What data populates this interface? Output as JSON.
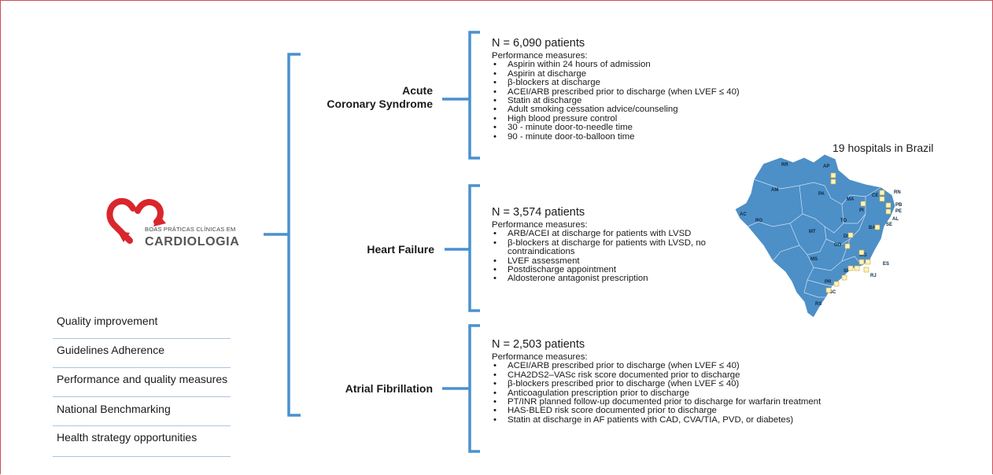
{
  "logo": {
    "line1": "BOAS PRÁTICAS CLÍNICAS EM",
    "line2": "CARDIOLOGIA"
  },
  "quality_list": [
    "Quality improvement",
    "Guidelines Adherence",
    "Performance and quality measures",
    "National Benchmarking",
    "Health strategy opportunities"
  ],
  "conditions": [
    {
      "label_line1": "Acute",
      "label_line2": "Coronary Syndrome",
      "n": "N = 6,090 patients",
      "measures_title": "Performance measures:",
      "measures": [
        "Aspirin within 24 hours of admission",
        "Aspirin at discharge",
        "β-blockers at discharge",
        "ACEI/ARB prescribed prior to discharge (when LVEF ≤ 40)",
        "Statin at discharge",
        "Adult smoking cessation advice/counseling",
        "High blood pressure control",
        "30 - minute door-to-needle time",
        "90 - minute door-to-balloon time"
      ]
    },
    {
      "label_line1": "Heart Failure",
      "label_line2": "",
      "n": "N = 3,574 patients",
      "measures_title": "Performance measures:",
      "measures": [
        "ARB/ACEI at discharge for patients with LVSD",
        "β-blockers at discharge for patients with LVSD, no contraindications",
        "LVEF assessment",
        "Postdischarge appointment",
        "Aldosterone antagonist prescription"
      ]
    },
    {
      "label_line1": "Atrial Fibrillation",
      "label_line2": "",
      "n": "N = 2,503 patients",
      "measures_title": "Performance measures:",
      "measures": [
        "ACEI/ARB prescribed prior to discharge (when LVEF ≤ 40)",
        "CHA2DS2–VASc risk score documented prior to discharge",
        "β-blockers prescribed prior to discharge (when LVEF ≤ 40)",
        "Anticoagulation prescription prior to discharge",
        "PT/INR planned follow-up documented prior to discharge for warfarin treatment",
        "HAS-BLED risk score documented prior to discharge",
        "Statin at discharge in AF patients with CAD, CVA/TIA, PVD, or diabetes)"
      ]
    }
  ],
  "map": {
    "title": "19 hospitals in Brazil",
    "states": [
      "RR",
      "AP",
      "AM",
      "PA",
      "MA",
      "CE",
      "RN",
      "PB",
      "PE",
      "AL",
      "SE",
      "PI",
      "AC",
      "RO",
      "TO",
      "BA",
      "MT",
      "DF",
      "GO",
      "MG",
      "ES",
      "MS",
      "SP",
      "RJ",
      "PR",
      "SC",
      "RS"
    ],
    "hospital_count": 19
  },
  "colors": {
    "bracket": "#4a90d0",
    "map_fill": "#4d8fc7",
    "border": "#d04d5b",
    "logo_red": "#d9262d"
  }
}
